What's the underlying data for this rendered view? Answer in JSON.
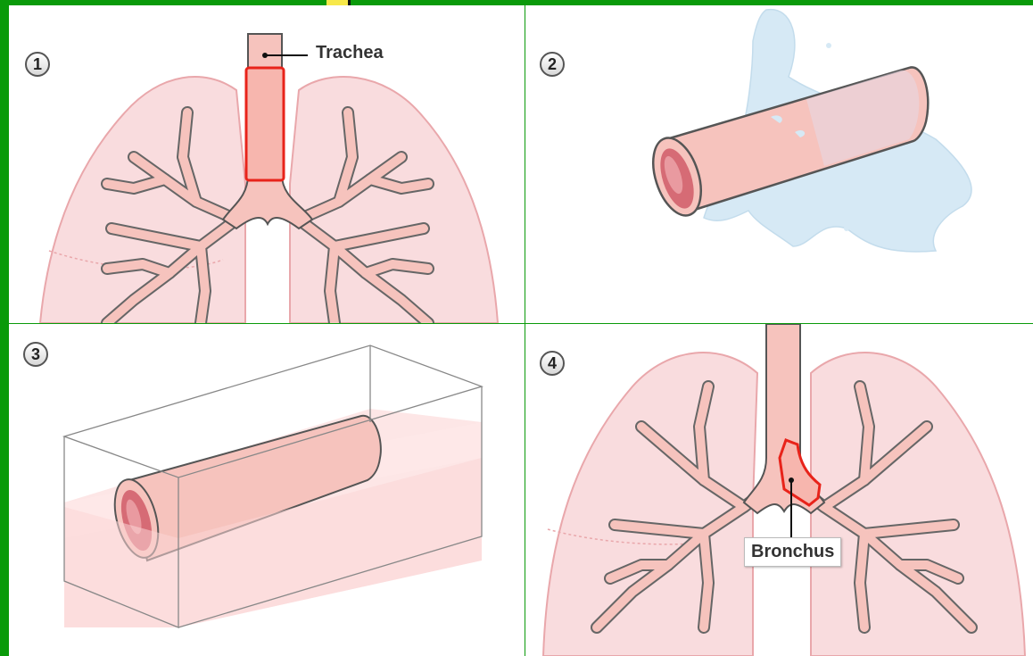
{
  "panels": [
    {
      "number": "1",
      "callout": "Trachea"
    },
    {
      "number": "2"
    },
    {
      "number": "3"
    },
    {
      "number": "4",
      "callout": "Bronchus"
    }
  ],
  "colors": {
    "frame": "#0a9a0a",
    "lung_fill": "#f9dcde",
    "lung_edge": "#e9a7ab",
    "airway_fill": "#f6c3bd",
    "airway_edge": "#555555",
    "highlight": "#e8231a",
    "water": "#d6e9f5",
    "tank_fluid": "#fbd5d5"
  }
}
